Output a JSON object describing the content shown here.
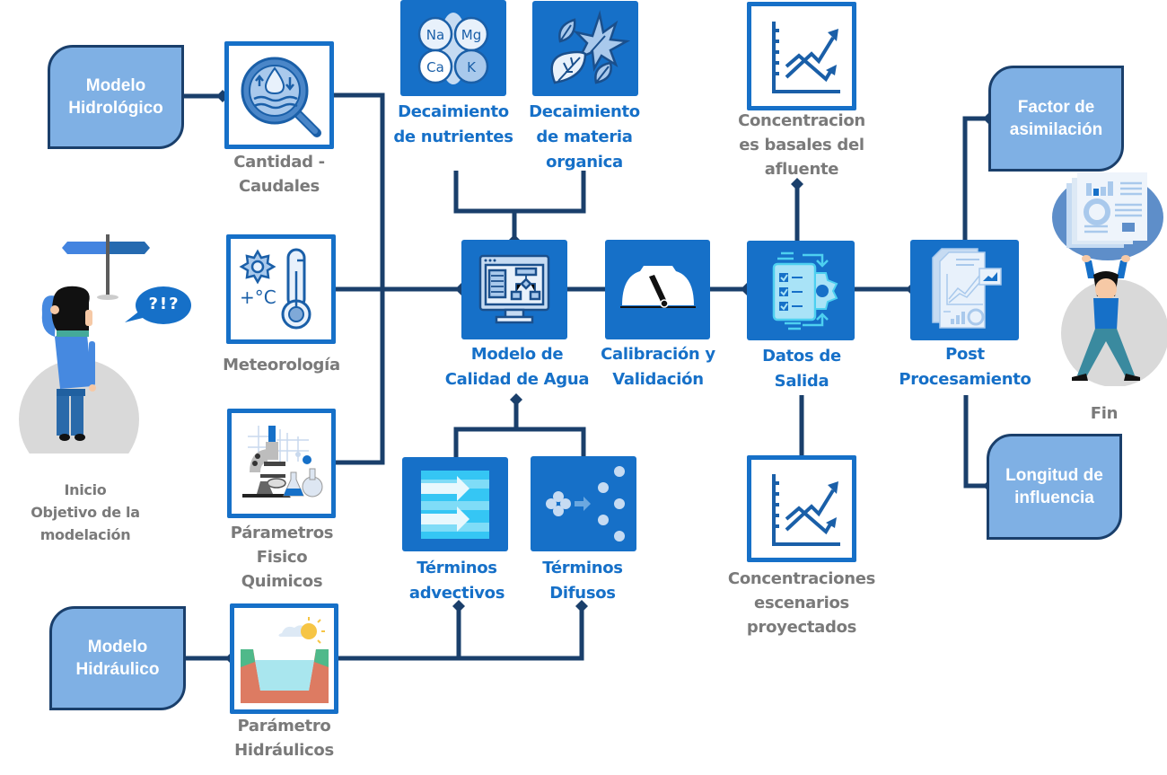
{
  "colors": {
    "connector": "#1a3f6b",
    "icon_blue": "#1670c8",
    "model_box_fill": "#7fb0e4",
    "label_gray": "#7a7a7a",
    "label_blue": "#1670c8"
  },
  "start": {
    "lines": [
      "Inicio",
      "Objetivo de la",
      "modelación"
    ],
    "speech_bubble": "?!?",
    "icon": "confused-person-signpost-icon"
  },
  "end": {
    "label": "Fin",
    "icon": "person-holding-report-icon"
  },
  "models": {
    "hidrologico": {
      "lines": [
        "Modelo",
        "Hidrológico"
      ]
    },
    "hidraulico": {
      "lines": [
        "Modelo",
        "Hidráulico"
      ]
    }
  },
  "inputs": {
    "caudales": {
      "lines": [
        "Cantidad -",
        "Caudales"
      ],
      "icon": "water-magnifier-icon"
    },
    "meteorologia": {
      "lines": [
        "Meteorología"
      ],
      "icon": "sun-thermometer-icon",
      "temp_text": "+°C"
    },
    "fisicoquimicos": {
      "lines": [
        "Párametros",
        "Fisico",
        "Quimicos"
      ],
      "icon": "microscope-lab-icon"
    },
    "hidraulicos": {
      "lines": [
        "Parámetro",
        "Hidráulicos"
      ],
      "icon": "channel-cross-section-icon"
    }
  },
  "processes": {
    "nutrientes": {
      "lines": [
        "Decaimiento",
        "de nutrientes"
      ],
      "icon": "nutrients-elements-icon",
      "elements": [
        "Na",
        "Mg",
        "Ca",
        "K"
      ]
    },
    "materia": {
      "lines": [
        "Decaimiento",
        "de materia",
        "organica"
      ],
      "icon": "leaves-icon"
    },
    "modelo_calidad": {
      "lines": [
        "Modelo de",
        "Calidad de Agua"
      ],
      "icon": "computer-flowchart-icon"
    },
    "calibracion": {
      "lines": [
        "Calibración y",
        "Validación"
      ],
      "icon": "gauge-icon"
    },
    "datos_salida": {
      "lines": [
        "Datos de",
        "Salida"
      ],
      "icon": "checklist-gear-icon"
    },
    "post": {
      "lines": [
        "Post",
        "Procesamiento"
      ],
      "icon": "report-charts-icon"
    },
    "advectivos": {
      "lines": [
        "Términos",
        "advectivos"
      ],
      "icon": "water-flow-arrows-icon"
    },
    "difusos": {
      "lines": [
        "Términos",
        "Difusos"
      ],
      "icon": "particle-diffusion-icon"
    }
  },
  "outputs": {
    "basales": {
      "lines": [
        "Concentracion",
        "es basales del",
        "afluente"
      ],
      "icon": "line-chart-icon"
    },
    "escenarios": {
      "lines": [
        "Concentraciones",
        "escenarios",
        "proyectados"
      ],
      "icon": "line-chart-icon"
    },
    "factor": {
      "lines": [
        "Factor de",
        "asimilación"
      ]
    },
    "longitud": {
      "lines": [
        "Longitud de",
        "influencia"
      ]
    }
  }
}
